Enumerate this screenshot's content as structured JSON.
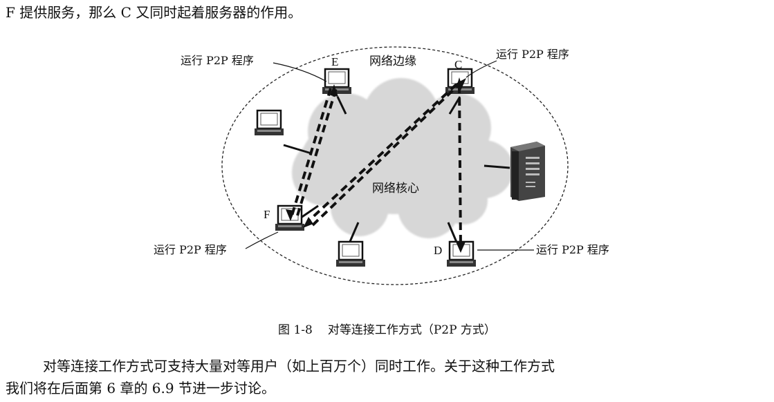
{
  "text": {
    "top": "F 提供服务，那么 C 又同时起着服务器的作用。",
    "bottom_line1": "对等连接工作方式可支持大量对等用户（如上百万个）同时工作。关于这种工作方式",
    "bottom_line2": "我们将在后面第 6 章的 6.9 节进一步讨论。"
  },
  "figure": {
    "caption_number": "图 1-8",
    "caption_text": "对等连接工作方式（P2P 方式）",
    "edge_label": "网络边缘",
    "core_label": "网络核心",
    "nodes": {
      "E": "E",
      "C": "C",
      "F": "F",
      "D": "D"
    },
    "p2p_label": "运行 P2P 程序"
  }
}
